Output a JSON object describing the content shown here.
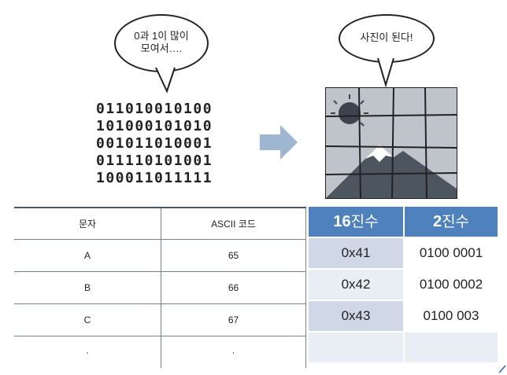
{
  "illustration": {
    "left_bubble_text": [
      "0과 1이 많이",
      "모여서…."
    ],
    "right_bubble_text": "사진이 된다!",
    "binary_lines": [
      "011010010100",
      "101000101010",
      "001011010001",
      "011110101001",
      "100011011111"
    ]
  },
  "ascii_table": {
    "headers": [
      "문자",
      "ASCII 코드"
    ],
    "rows": [
      [
        "A",
        "65"
      ],
      [
        "B",
        "66"
      ],
      [
        "C",
        "67"
      ],
      [
        "·",
        "·"
      ]
    ]
  },
  "base_table": {
    "headers": [
      {
        "num": "16",
        "word": "진수"
      },
      {
        "num": "2",
        "word": "진수"
      }
    ],
    "rows": [
      [
        "0x41",
        "0100 0001"
      ],
      [
        "0x42",
        "0100 0002"
      ],
      [
        "0x43",
        "0100 003"
      ],
      [
        "",
        ""
      ]
    ]
  },
  "colors": {
    "header_blue": "#4f81bd",
    "cell_light": "#d0d8e8",
    "cell_lighter": "#e9edf4"
  }
}
